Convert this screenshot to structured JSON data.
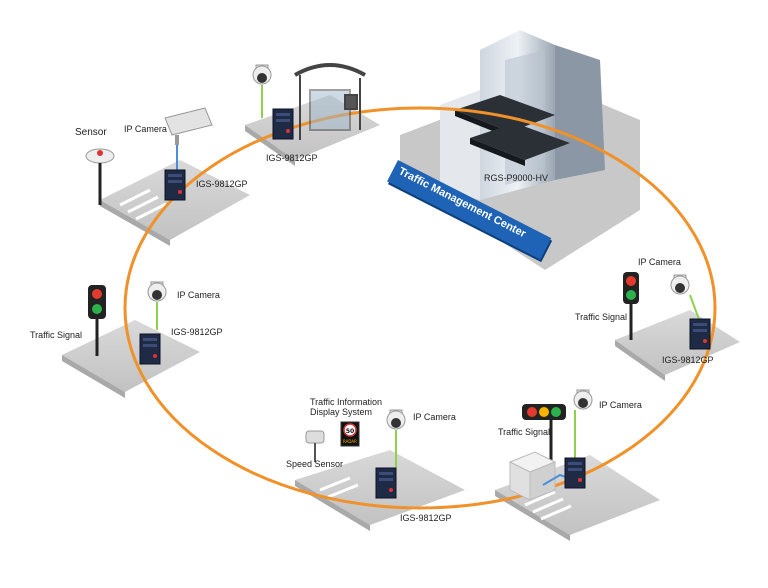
{
  "title": "",
  "center": {
    "name": "Traffic Management Center",
    "device": "RGS-P9000-HV"
  },
  "nodes": [
    {
      "id": "top-left",
      "switch": "IGS-9812GP",
      "sensor": "Sensor",
      "camera": "IP Camera"
    },
    {
      "id": "bus-stop",
      "switch": "IGS-9812GP"
    },
    {
      "id": "left",
      "switch": "IGS-9812GP",
      "camera": "IP Camera",
      "signal": "Traffic Signal"
    },
    {
      "id": "bottom",
      "switch": "IGS-9812GP",
      "camera": "IP Camera",
      "speed": "Speed Sensor",
      "display1": "Traffic Information",
      "display2": "Display System",
      "display_value": "50",
      "display_sub": "RADAR"
    },
    {
      "id": "bottom-right",
      "camera": "IP Camera",
      "signal": "Traffic Signal"
    },
    {
      "id": "right",
      "switch": "IGS-9812GP",
      "camera": "IP Camera",
      "signal": "Traffic Signal"
    }
  ],
  "colors": {
    "ring": "#f0912a",
    "link": "#8fd14f",
    "camera_link": "#4a90d9",
    "tmc": "#1e63b5"
  }
}
